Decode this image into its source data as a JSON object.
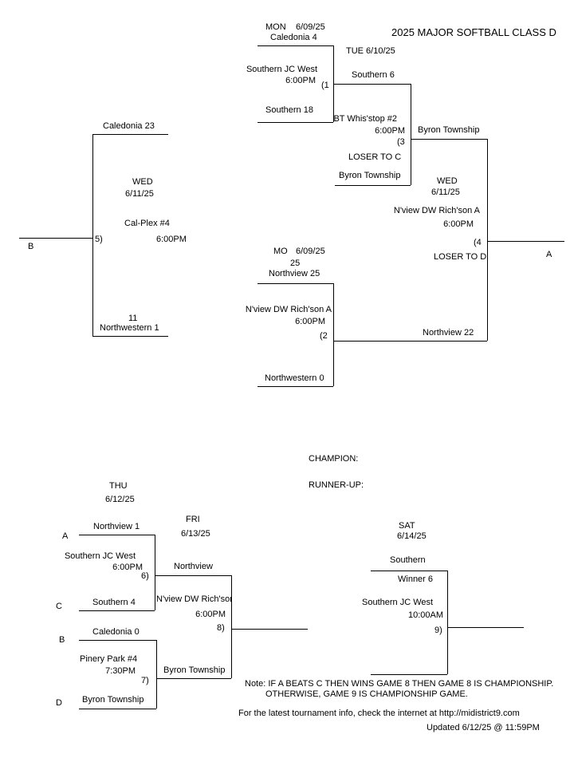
{
  "title": "2025 MAJOR SOFTBALL CLASS D",
  "game1": {
    "day": "MON",
    "date": "6/09/25",
    "team_top": "Caledonia  4",
    "venue": "Southern JC West",
    "time": "6:00PM",
    "num": "(1",
    "team_bottom": "Southern  18"
  },
  "game2": {
    "day": "MO",
    "date": "6/09/25",
    "note": "25",
    "team_top": "Northview  25",
    "venue": "N'view DW Rich'son A",
    "time": "6:00PM",
    "num": "(2",
    "team_bottom": "Northwestern  0"
  },
  "game3": {
    "day_date": "TUE  6/10/25",
    "team_top": "Southern  6",
    "venue": "BT Whis'stop #2",
    "time": "6:00PM",
    "num": "(3",
    "loser": "LOSER TO C",
    "team_bottom": "Byron Township"
  },
  "game4": {
    "team_top": "Byron Township",
    "day": "WED",
    "date": "6/11/25",
    "venue": "N'view DW Rich'son A",
    "time": "6:00PM",
    "num": "(4",
    "loser": "LOSER TO D",
    "team_bottom": "Northview  22",
    "loser_mark": "A"
  },
  "game5": {
    "team_top": "Caledonia  23",
    "day": "WED",
    "date": "6/11/25",
    "venue": "Cal-Plex #4",
    "time": "6:00PM",
    "num": "5)",
    "score_bottom": "11",
    "team_bottom": "Northwestern  1",
    "loser_mark": "B"
  },
  "game6": {
    "day": "THU",
    "date": "6/12/25",
    "slot_top": "A",
    "team_top": "Northview  1",
    "venue": "Southern JC West",
    "time": "6:00PM",
    "num": "6)",
    "slot_bottom": "C",
    "team_bottom": "Southern  4"
  },
  "game7": {
    "slot_top": "B",
    "team_top": "Caledonia  0",
    "venue": "Pinery Park #4",
    "time": "7:30PM",
    "num": "7)",
    "slot_bottom": "D",
    "team_bottom": "Byron Township"
  },
  "game8": {
    "day": "FRI",
    "date": "6/13/25",
    "team_top": "Northview",
    "venue": "N'view DW Rich'son",
    "time": "6:00PM",
    "num": "8)",
    "team_bottom": "Byron Township"
  },
  "game9": {
    "day": "SAT",
    "date": "6/14/25",
    "team_top": "Southern",
    "winner_note": "Winner 6",
    "venue": "Southern JC West",
    "time": "10:00AM",
    "num": "9)"
  },
  "champion_label": "CHAMPION:",
  "runner_up_label": "RUNNER-UP:",
  "note_line1": "Note: IF A BEATS C THEN WINS GAME 8 THEN GAME 8 IS CHAMPIONSHIP.",
  "note_line2": "OTHERWISE, GAME 9 IS CHAMPIONSHIP GAME.",
  "info": "For the latest tournament info, check the internet at http://midistrict9.com",
  "updated": "Updated  6/12/25 @ 11:59PM"
}
